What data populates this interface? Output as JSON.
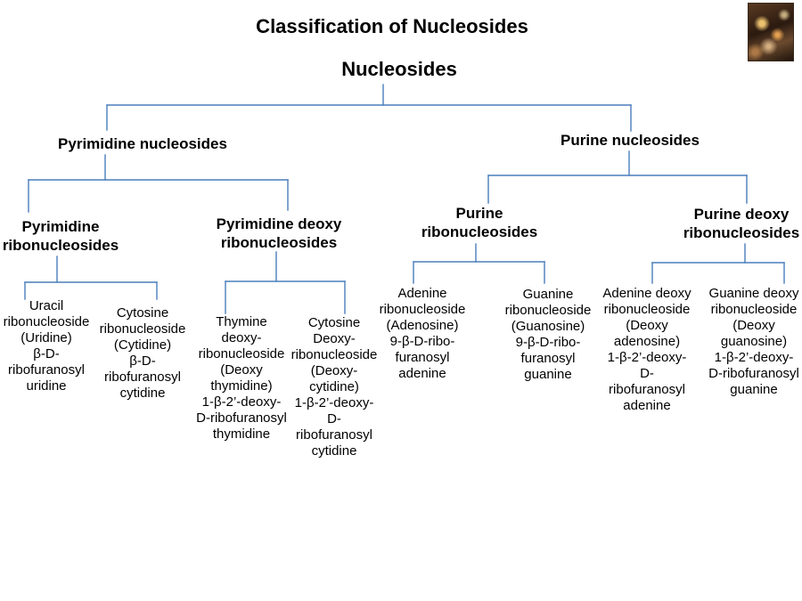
{
  "title": "Classification of Nucleosides",
  "root": "Nucleosides",
  "colors": {
    "connector": "#4a7ebb",
    "text": "#000000",
    "background": "#ffffff"
  },
  "pyrimidine": {
    "heading": "Pyrimidine nucleosides",
    "ribo": {
      "heading": [
        "Pyrimidine",
        "ribonucleosides"
      ],
      "items": [
        {
          "lines": [
            "Uracil",
            "ribonucleoside",
            "(Uridine)",
            "β-D-",
            "ribofuranosyl",
            "uridine"
          ]
        },
        {
          "lines": [
            "Cytosine",
            "ribonucleoside",
            "(Cytidine)",
            "β-D-",
            "ribofuranosyl",
            "cytidine"
          ]
        }
      ]
    },
    "deoxy": {
      "heading": [
        "Pyrimidine deoxy",
        "ribonucleosides"
      ],
      "items": [
        {
          "lines": [
            "Thymine",
            "deoxy-",
            "ribonucleoside",
            "(Deoxy",
            "thymidine)",
            "1-β-2’-deoxy-",
            "D-ribofuranosyl",
            "thymidine"
          ]
        },
        {
          "lines": [
            "Cytosine",
            "Deoxy-",
            "ribonucleoside",
            "(Deoxy-",
            "cytidine)",
            "1-β-2’-deoxy-",
            "D-",
            "ribofuranosyl",
            "cytidine"
          ]
        }
      ]
    }
  },
  "purine": {
    "heading": "Purine nucleosides",
    "ribo": {
      "heading": [
        "Purine",
        "ribonucleosides"
      ],
      "items": [
        {
          "lines": [
            "Adenine",
            "ribonucleoside",
            "(Adenosine)",
            "9-β-D-ribo-",
            "furanosyl",
            "adenine"
          ]
        },
        {
          "lines": [
            "Guanine",
            "ribonucleoside",
            "(Guanosine)",
            "9-β-D-ribo-",
            "furanosyl",
            "guanine"
          ]
        }
      ]
    },
    "deoxy": {
      "heading": [
        "Purine deoxy",
        "ribonucleosides"
      ],
      "items": [
        {
          "lines": [
            "Adenine deoxy",
            "ribonucleoside",
            "(Deoxy",
            "adenosine)",
            "1-β-2’-deoxy-",
            "D-",
            "ribofuranosyl",
            "adenine"
          ]
        },
        {
          "lines": [
            "Guanine deoxy",
            "ribonucleoside",
            "(Deoxy",
            "guanosine)",
            "1-β-2’-deoxy-",
            "D-ribofuranosyl",
            "guanine"
          ]
        }
      ]
    }
  }
}
